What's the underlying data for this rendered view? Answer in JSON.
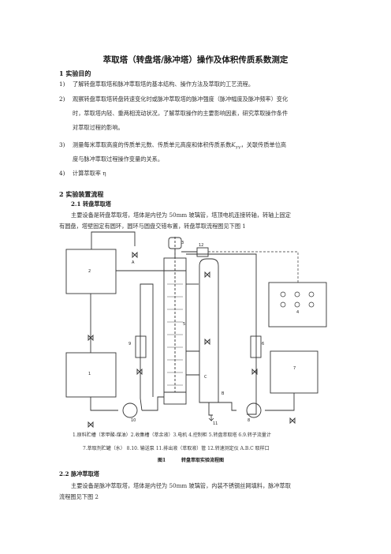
{
  "title": "萃取塔（转盘塔/脉冲塔）操作及体积传质系数测定",
  "sec1": {
    "heading": "1  实验目的",
    "items": [
      {
        "num": "1)",
        "lines": [
          "了解转盘萃取塔和脉冲萃取塔的基本结构、操作方法及萃取的工艺流程。"
        ]
      },
      {
        "num": "2)",
        "lines": [
          "观察转盘萃取塔转盘转速变化时或脉冲萃取塔的脉冲强度（脉冲幅度及脉冲频率）变化",
          "时，萃取塔内轻、重两相流动状况，了解萃取操作的主要影响因素，研究萃取操作条件",
          "对萃取过程的影响。"
        ]
      },
      {
        "num": "3)",
        "line1_pre": "测量每米萃取高度的传质单元数、传质单元高度和体积传质系数",
        "kv_main": "K",
        "kv_sub": "YV",
        "line1_post": "，关联传质单位高",
        "lines": [
          "度与脉冲萃取过程操作变量的关系。"
        ]
      },
      {
        "num": "4)",
        "lines": [
          "计算萃取率 η"
        ]
      }
    ]
  },
  "sec2": {
    "heading": "2  实验装置流程",
    "sub1": {
      "heading": "2.1      转盘萃取塔",
      "para": [
        "主要设备是转盘萃取塔，塔体是内径为 50mm 玻璃管，塔顶电机连接转轴，转轴上固定",
        "有圆盘，塔壁固定有圆环，圆环与圆盘交错布置，转盘萃取流程图见下图 1"
      ]
    },
    "figure": {
      "labels": {
        "l1": "1",
        "l2": "2",
        "l3": "3",
        "l4": "4",
        "l5": "5",
        "l6": "6",
        "l7": "7",
        "l8": "8",
        "l9": "9",
        "l10": "10",
        "l11": "11",
        "l12": "12",
        "lA": "A",
        "lB": "B",
        "lC": "C"
      },
      "caption_lines": [
        "1.原料贮槽（苯甲酸-煤油）2.收集槽（萃余液）3.电机  4.控制柜  5.转盘萃取塔  6.9.转子流量计",
        "7.萃取剂贮罐（水）  8.10. 输送泵  11.排出液（萃取液）管  12.转速测定仪  A.B.C  取样口"
      ],
      "fig_no": "图1",
      "fig_title": "转盘萃取实验流程图"
    },
    "sub2": {
      "heading": "2.2      脉冲萃取塔",
      "para": [
        "主要设备是脉冲萃取塔，塔体是内径为 50mm 玻璃管，内装不锈钢丝网填料，脉冲萃取",
        "流程图见下图 2"
      ]
    }
  }
}
